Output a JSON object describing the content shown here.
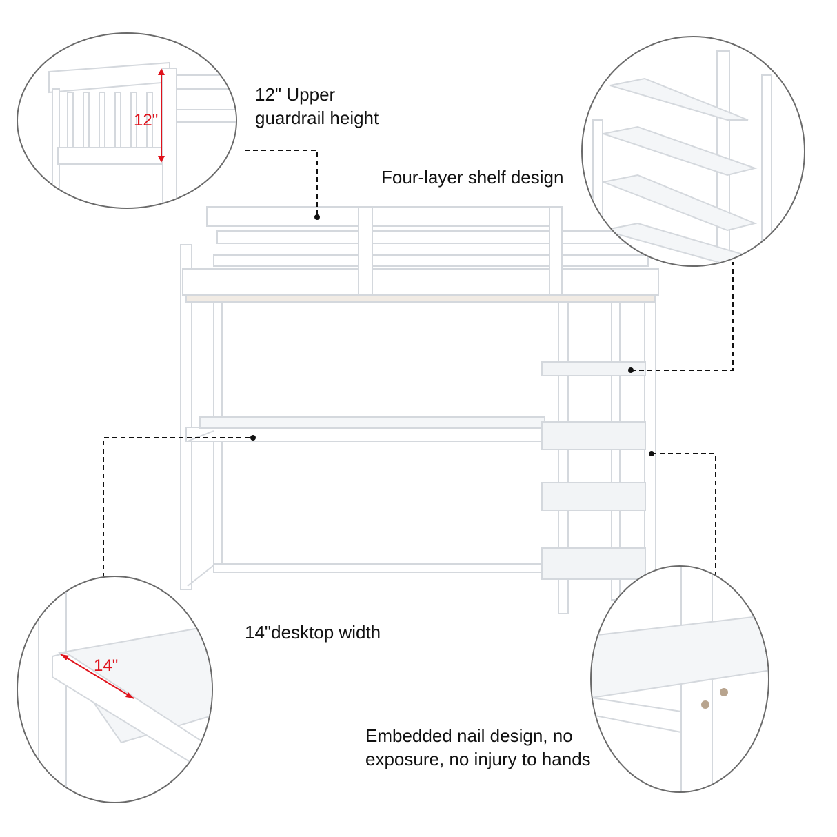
{
  "product": "White loft bed with desk and four-layer shelf ladder",
  "callouts": {
    "guardrail": {
      "line1": "12\" Upper",
      "line2": "guardrail height",
      "measure": "12\""
    },
    "shelf": {
      "label": "Four-layer shelf design"
    },
    "desktop": {
      "label": "14\"desktop width",
      "measure": "14\""
    },
    "nail": {
      "line1": "Embedded nail design, no",
      "line2": "exposure, no injury to hands"
    }
  },
  "colors": {
    "measure": "#e0121b",
    "circle_border": "#6a6a6a",
    "wood": "#ffffff",
    "wood_edge": "#d9dde2",
    "nail": "#b8a48e"
  }
}
